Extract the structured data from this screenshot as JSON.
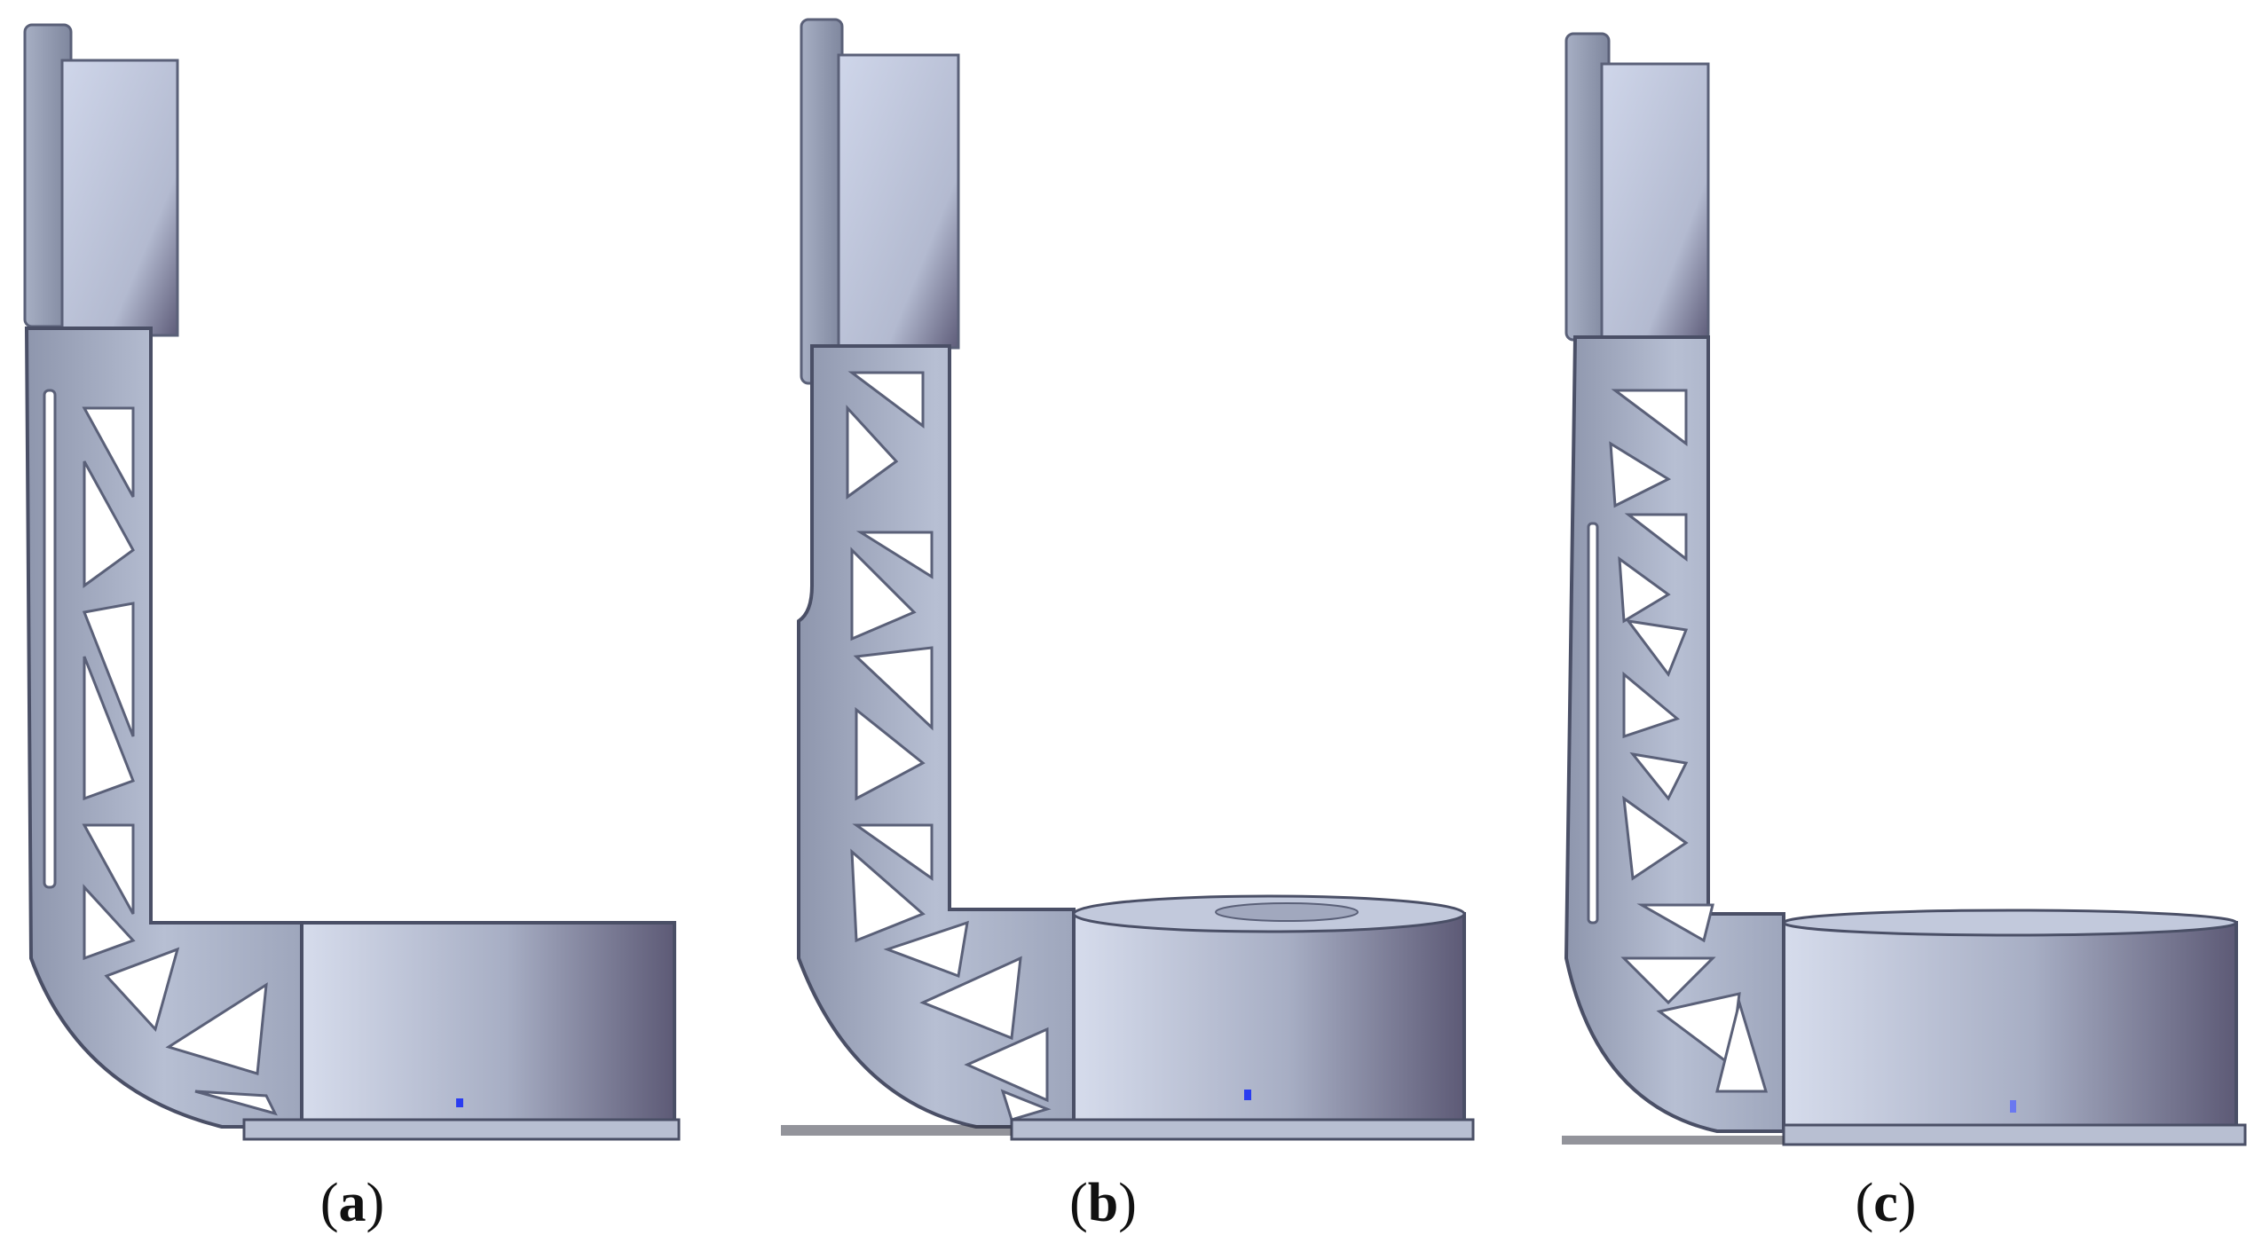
{
  "figure": {
    "panels": [
      {
        "id": "a",
        "label": "a",
        "paren_open": "(",
        "paren_close": ")"
      },
      {
        "id": "b",
        "label": "b",
        "paren_open": "(",
        "paren_close": ")"
      },
      {
        "id": "c",
        "label": "c",
        "paren_open": "(",
        "paren_close": ")"
      }
    ]
  },
  "colors": {
    "background": "#ffffff",
    "part_light": "#c9d0e2",
    "part_mid": "#9aa2b8",
    "part_dark": "#5f5d78",
    "edge": "#4a4f66",
    "marker": "#2a3cf0"
  }
}
